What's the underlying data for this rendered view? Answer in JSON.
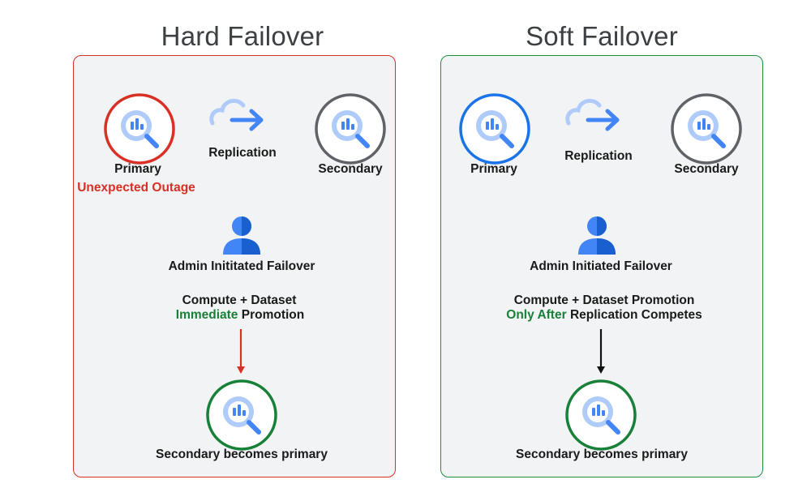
{
  "colors": {
    "hard_border": "#d93025",
    "soft_border": "#1e8e3e",
    "primary_blue": "#1a73e8",
    "secondary_gray": "#5f6368",
    "green_ring": "#188038",
    "outage_red": "#d93025",
    "panel_bg": "#f1f3f4"
  },
  "hard": {
    "title": "Hard Failover",
    "primary_label": "Primary",
    "outage_label": "Unexpected Outage",
    "replication_label": "Replication",
    "secondary_label": "Secondary",
    "admin_label": "Admin Inititated Failover",
    "promo_line1": "Compute + Dataset",
    "promo_highlight": "Immediate",
    "promo_rest": " Promotion",
    "result_label": "Secondary becomes primary"
  },
  "soft": {
    "title": "Soft Failover",
    "primary_label": "Primary",
    "replication_label": "Replication",
    "secondary_label": "Secondary",
    "admin_label": "Admin Initiated Failover",
    "promo_line1": "Compute + Dataset Promotion",
    "promo_highlight": "Only After",
    "promo_rest": " Replication Competes",
    "result_label": "Secondary becomes primary"
  },
  "icons": {
    "bigquery": "bigquery-icon",
    "replication": "cloud-arrow-icon",
    "admin": "person-icon"
  }
}
